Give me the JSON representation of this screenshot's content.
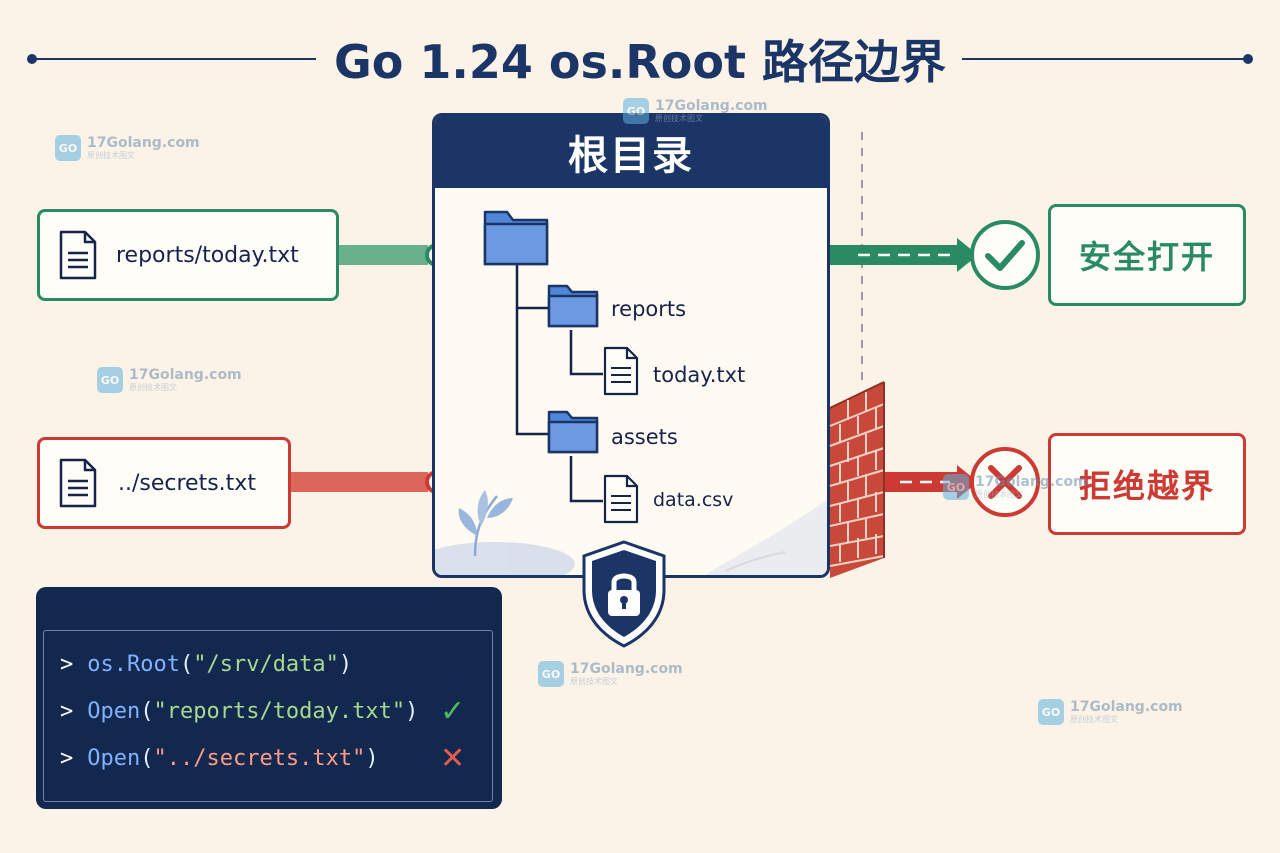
{
  "title": "Go 1.24 os.Root 路径边界",
  "root_box": {
    "heading": "根目录",
    "tree": [
      {
        "type": "folder",
        "label": ""
      },
      {
        "type": "folder",
        "label": "reports"
      },
      {
        "type": "file",
        "label": "today.txt"
      },
      {
        "type": "folder",
        "label": "assets"
      },
      {
        "type": "file",
        "label": "data.csv"
      }
    ]
  },
  "inputs": {
    "safe": {
      "path": "reports/today.txt",
      "color": "#2a8a63"
    },
    "escape": {
      "path": "../secrets.txt",
      "color": "#cc3a33"
    }
  },
  "results": {
    "safe": {
      "label": "安全打开",
      "color": "#2a8a63"
    },
    "rejected": {
      "label": "拒绝越界",
      "color": "#cc3a33"
    }
  },
  "terminal": {
    "window_dots": [
      "#e65b50",
      "#f1b73c",
      "#4dbb5b"
    ],
    "lines": [
      {
        "prompt": ">",
        "fn": "os.Root",
        "open": "(",
        "arg": "\"/srv/data\"",
        "close": ")",
        "status": ""
      },
      {
        "prompt": ">",
        "fn": "Open",
        "open": "(",
        "arg": "\"reports/today.txt\"",
        "close": ")",
        "status": "✓"
      },
      {
        "prompt": ">",
        "fn": "Open",
        "open": "(",
        "arg": "\"../secrets.txt\"",
        "close": ")",
        "status": "✕"
      }
    ]
  },
  "watermark": {
    "text": "17Golang.com",
    "sub": "原创技术图文",
    "logo": "GO"
  }
}
